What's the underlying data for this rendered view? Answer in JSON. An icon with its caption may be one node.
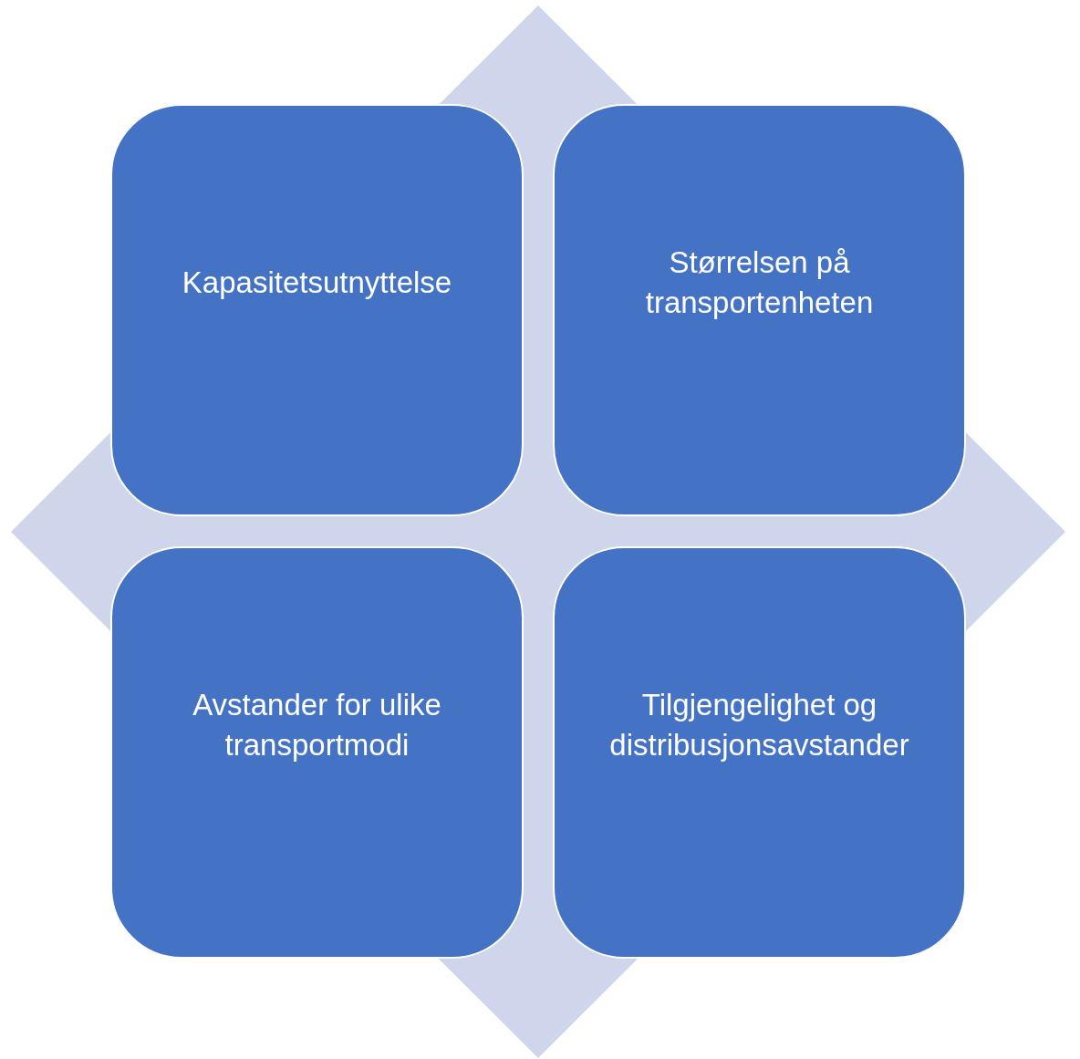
{
  "diagram": {
    "nodes": [
      {
        "text": [
          "Kapasitetsutnyttelse"
        ]
      },
      {
        "text": [
          "Størrelsen på transportenheten"
        ]
      },
      {
        "text": [
          "Avstander for ulike transportmodi"
        ]
      },
      {
        "text": [
          "Tilgjengelighet og distribusjonsavstander"
        ]
      }
    ]
  }
}
